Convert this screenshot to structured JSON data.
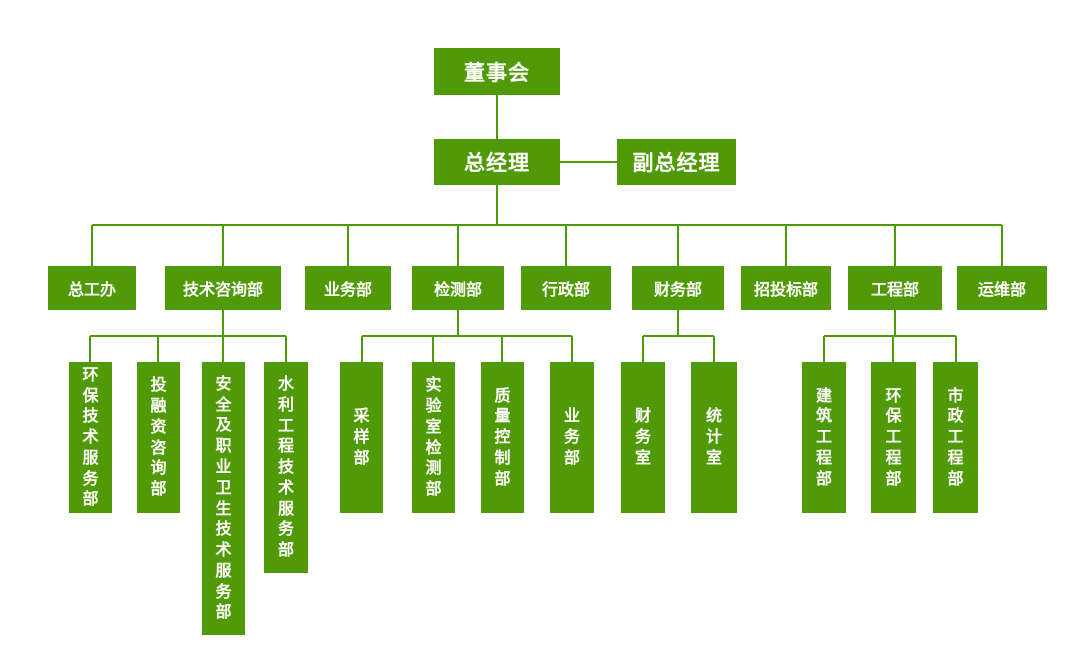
{
  "chart": {
    "board": "董事会",
    "gm": "总经理",
    "deputy_gm": "副总经理",
    "departments": [
      {
        "label": "总工办",
        "subs": []
      },
      {
        "label": "技术咨询部",
        "subs": [
          "环保技术服务部",
          "投融资咨询部",
          "安全及职业卫生技术服务部",
          "水利工程技术服务部"
        ]
      },
      {
        "label": "业务部",
        "subs": []
      },
      {
        "label": "检测部",
        "subs": [
          "采样部",
          "实验室检测部",
          "质量控制部",
          "业务部"
        ]
      },
      {
        "label": "行政部",
        "subs": []
      },
      {
        "label": "财务部",
        "subs": [
          "财务室",
          "统计室"
        ]
      },
      {
        "label": "招投标部",
        "subs": []
      },
      {
        "label": "工程部",
        "subs": [
          "建筑工程部",
          "环保工程部",
          "市政工程部"
        ]
      },
      {
        "label": "运维部",
        "subs": []
      }
    ]
  },
  "colors": {
    "box": "#4f9a06",
    "line": "#4f9a06",
    "text": "#ffffff"
  }
}
